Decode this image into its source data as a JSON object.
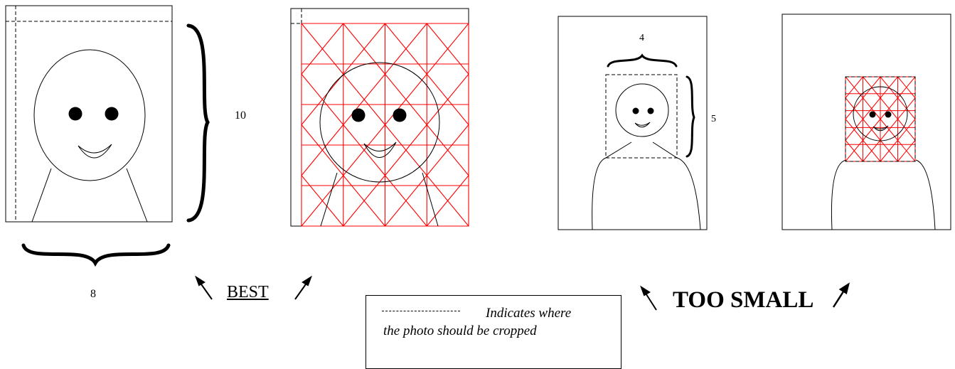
{
  "labels": {
    "height_best": "10",
    "width_best": "8",
    "width_small": "4",
    "height_small": "5",
    "best": "BEST",
    "too_small": "TOO SMALL"
  },
  "legend": {
    "line1": "Indicates where",
    "line2": "the photo should be cropped"
  },
  "colors": {
    "outline": "#000000",
    "grid": "#ff0000",
    "background": "#ffffff"
  }
}
